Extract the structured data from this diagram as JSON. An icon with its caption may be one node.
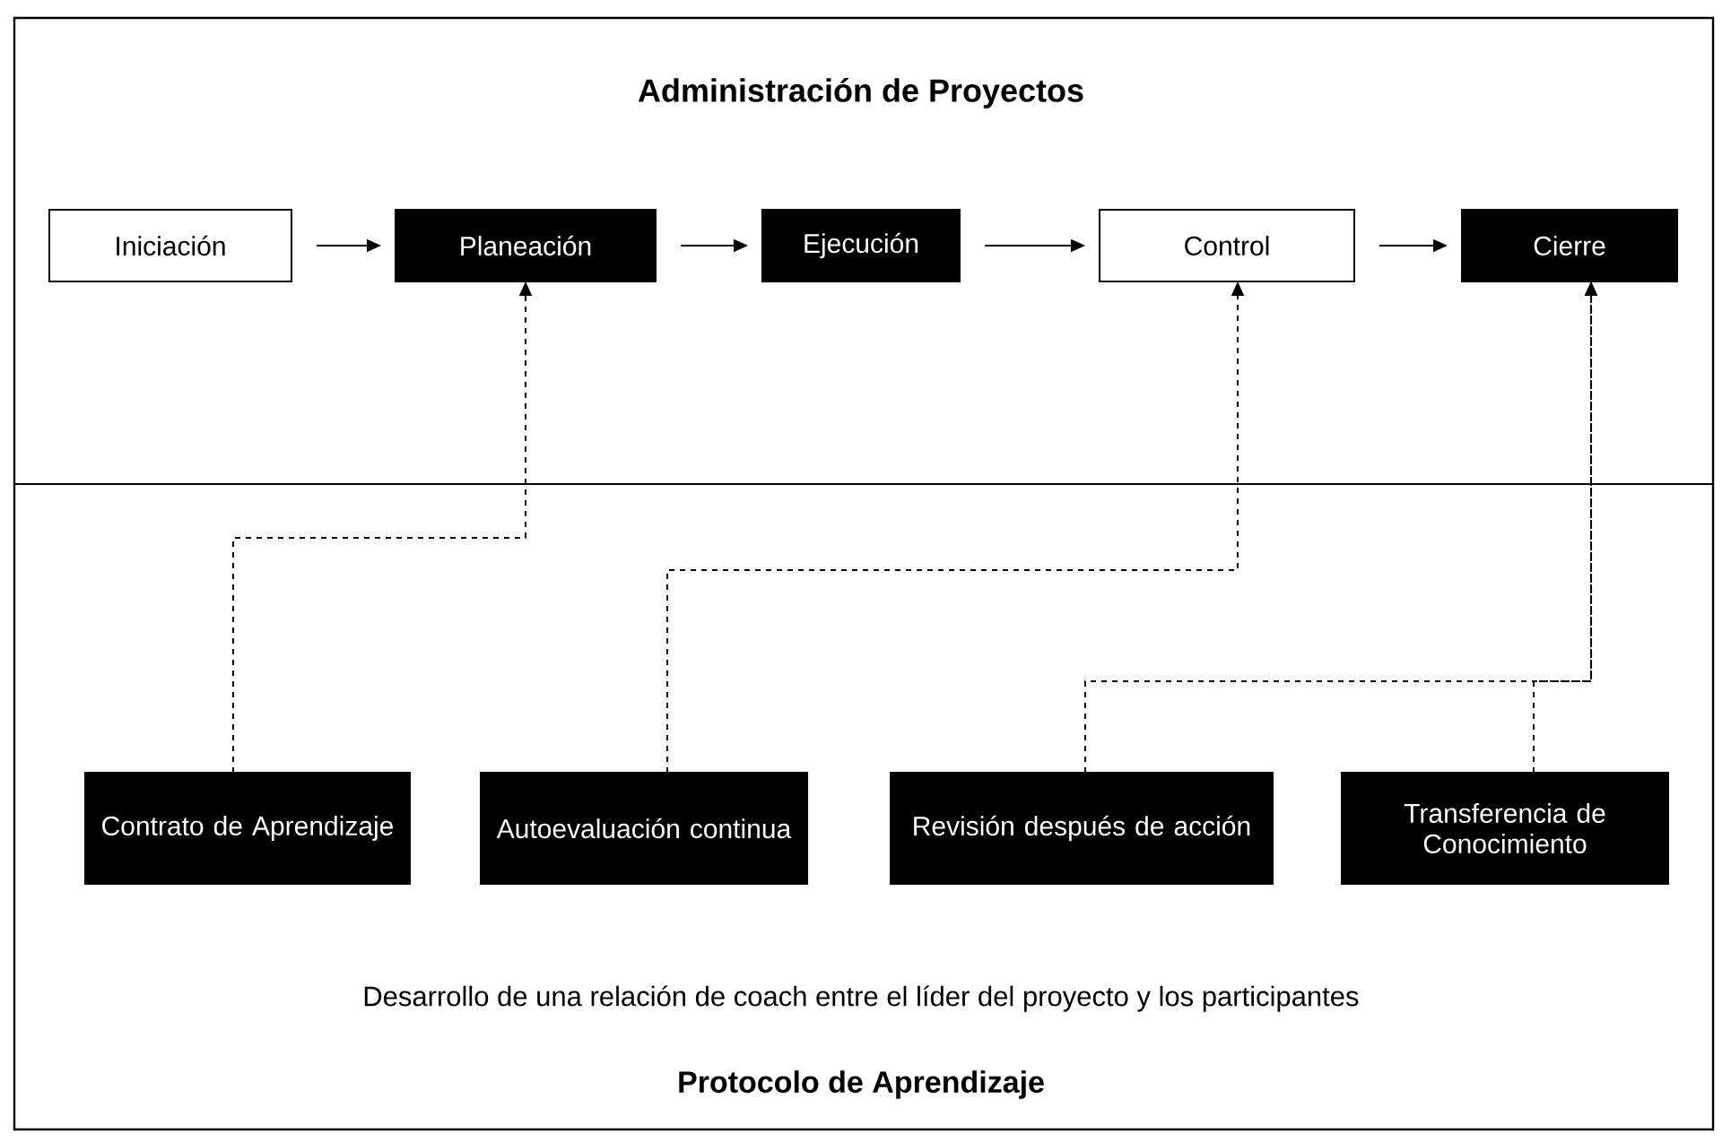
{
  "diagram": {
    "title": "Administración de Proyectos",
    "nodes": [
      {
        "text": [
          "Iniciación"
        ]
      },
      {
        "text": [
          "Planeación"
        ]
      },
      {
        "text": [
          "Ejecución"
        ]
      },
      {
        "text": [
          "Control"
        ]
      },
      {
        "text": [
          "Cierre"
        ]
      },
      {
        "text": [
          "Contrato de Aprendizaje"
        ]
      },
      {
        "text": [
          "Autoevaluación continua"
        ]
      },
      {
        "text": [
          "Revisión después de acción"
        ]
      },
      {
        "text": [
          "Transferencia de Conocimiento"
        ]
      }
    ],
    "edges": [
      {
        "from": 0,
        "to": 1,
        "arrow": "to"
      },
      {
        "from": 1,
        "to": 2,
        "arrow": "to"
      },
      {
        "from": 2,
        "to": 3,
        "arrow": "to"
      },
      {
        "from": 3,
        "to": 4,
        "arrow": "to"
      },
      {
        "from": 5,
        "to": 1,
        "arrow": "to",
        "style": "dashed"
      },
      {
        "from": 6,
        "to": 3,
        "arrow": "to",
        "style": "dashed"
      },
      {
        "from": 7,
        "to": 4,
        "arrow": "to",
        "style": "dashed"
      },
      {
        "from": 8,
        "to": 4,
        "arrow": "to",
        "style": "dashed"
      }
    ],
    "labels": [
      "Desarrollo de una relación de coach entre el líder del proyecto y los participantes"
    ],
    "caption": "Protocolo de Aprendizaje"
  }
}
